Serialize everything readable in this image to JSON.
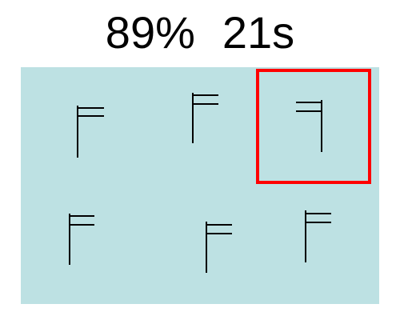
{
  "hud": {
    "accuracy": "89%",
    "timer": "21s"
  },
  "board": {
    "background": "#bde1e3",
    "selection_color": "#ff0000",
    "line_color": "#000000",
    "tiles": [
      {
        "id": "tile-1",
        "icon": "flag-icon",
        "orientation": "flag-right",
        "selected": false
      },
      {
        "id": "tile-2",
        "icon": "flag-icon",
        "orientation": "flag-right",
        "selected": false
      },
      {
        "id": "tile-3",
        "icon": "flag-icon",
        "orientation": "flag-left",
        "selected": true
      },
      {
        "id": "tile-4",
        "icon": "flag-icon",
        "orientation": "flag-right",
        "selected": false
      },
      {
        "id": "tile-5",
        "icon": "flag-icon",
        "orientation": "flag-right",
        "selected": false
      },
      {
        "id": "tile-6",
        "icon": "flag-icon",
        "orientation": "flag-right",
        "selected": false
      }
    ]
  }
}
